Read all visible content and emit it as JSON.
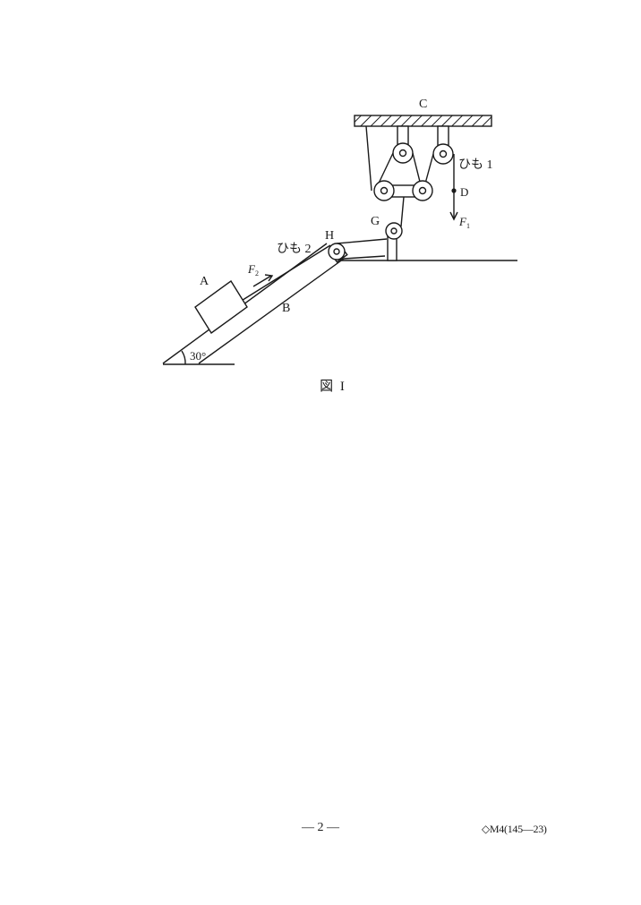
{
  "figure": {
    "caption": "図 I",
    "labels": {
      "ceiling": "C",
      "rope1": "ひも 1",
      "point_d": "D",
      "force1": "F",
      "force1_sub": "1",
      "pulley_g": "G",
      "pulley_h": "H",
      "rope2": "ひも 2",
      "force2": "F",
      "force2_sub": "2",
      "block_a": "A",
      "slope_b": "B",
      "angle": "30°"
    }
  },
  "footer": {
    "page_number": "— 2 —",
    "exam_code": "◇M4(145—23)"
  }
}
